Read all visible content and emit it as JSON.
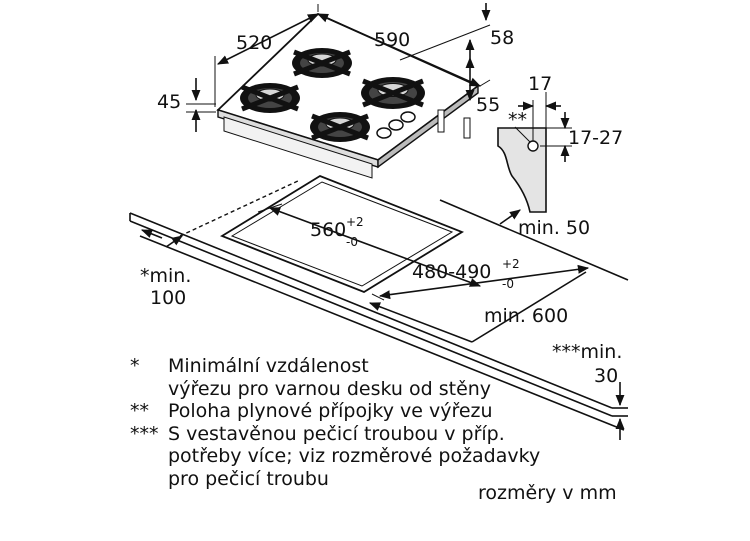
{
  "dimensions": {
    "hob_depth": "520",
    "hob_width": "590",
    "hob_side_offset": "58",
    "hob_height": "45",
    "connector_height": "55",
    "connector_depth": "17",
    "connector_offset": "17-27",
    "cutout_width": "560",
    "cutout_width_tol_plus": "+2",
    "cutout_width_tol_minus": "-0",
    "cutout_depth": "480-490",
    "cutout_depth_tol_plus": "+2",
    "cutout_depth_tol_minus": "-0",
    "min_50": "min. 50",
    "min_600": "min. 600",
    "min_100_line1": "*min.",
    "min_100_line2": "100",
    "min_30_line1": "***min.",
    "min_30_line2": "30",
    "gas_marker": "**"
  },
  "legend": [
    {
      "mark": "*",
      "lines": [
        "Minimální vzdálenost",
        "výřezu pro varnou desku od stěny"
      ]
    },
    {
      "mark": "**",
      "lines": [
        "Poloha plynové přípojky ve výřezu"
      ]
    },
    {
      "mark": "***",
      "lines": [
        "S vestavěnou pečicí troubou v příp.",
        "potřeby více; viz rozměrové požadavky",
        "pro pečicí troubu"
      ]
    }
  ],
  "units": "rozměry v mm"
}
